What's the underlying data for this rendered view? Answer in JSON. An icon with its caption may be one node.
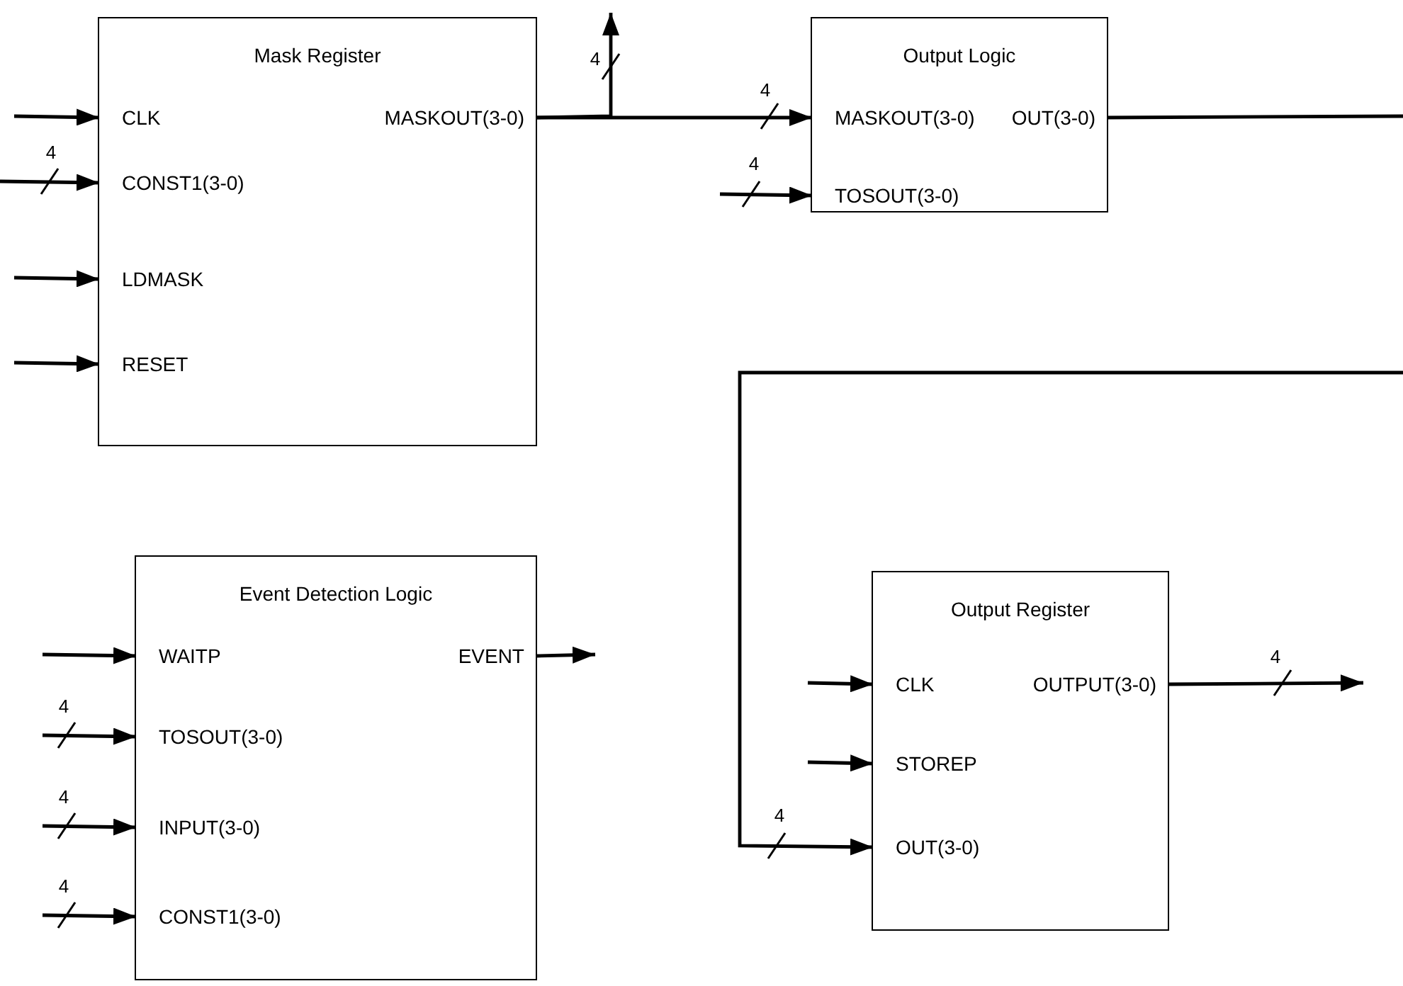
{
  "diagram": {
    "nodes": [
      {
        "text": [
          "Mask Register"
        ]
      },
      {
        "text": [
          "CLK"
        ],
        "in": 0
      },
      {
        "text": [
          "CONST1(3-0)"
        ],
        "in": 0
      },
      {
        "text": [
          "LDMASK"
        ],
        "in": 0
      },
      {
        "text": [
          "RESET"
        ],
        "in": 0
      },
      {
        "text": [
          "MASKOUT(3-0)"
        ],
        "in": 0
      },
      {
        "text": [
          "Output Logic"
        ]
      },
      {
        "text": [
          "MASKOUT(3-0)"
        ],
        "in": 6
      },
      {
        "text": [
          "TOSOUT(3-0)"
        ],
        "in": 6
      },
      {
        "text": [
          "OUT(3-0)"
        ],
        "in": 6
      },
      {
        "text": [
          "Event Detection Logic"
        ]
      },
      {
        "text": [
          "WAITP"
        ],
        "in": 10
      },
      {
        "text": [
          "TOSOUT(3-0)"
        ],
        "in": 10
      },
      {
        "text": [
          "INPUT(3-0)"
        ],
        "in": 10
      },
      {
        "text": [
          "CONST1(3-0)"
        ],
        "in": 10
      },
      {
        "text": [
          "EVENT"
        ],
        "in": 10
      },
      {
        "text": [
          "Output Register"
        ]
      },
      {
        "text": [
          "CLK"
        ],
        "in": 16
      },
      {
        "text": [
          "STOREP"
        ],
        "in": 16
      },
      {
        "text": [
          "OUT(3-0)"
        ],
        "in": 16
      },
      {
        "text": [
          "OUTPUT(3-0)"
        ],
        "in": 16
      }
    ],
    "edges": [
      {
        "from": null,
        "to": 1,
        "arrow": "to"
      },
      {
        "from": null,
        "to": 2,
        "arrow": "to",
        "label": "4"
      },
      {
        "from": null,
        "to": 3,
        "arrow": "to"
      },
      {
        "from": null,
        "to": 4,
        "arrow": "to"
      },
      {
        "from": 5,
        "to": 7,
        "arrow": "to",
        "label": "4"
      },
      {
        "from": 5,
        "to": null,
        "arrow": "to",
        "label": "4"
      },
      {
        "from": null,
        "to": 8,
        "arrow": "to",
        "label": "4"
      },
      {
        "from": 9,
        "to": null,
        "arrow": "none"
      },
      {
        "from": null,
        "to": 19,
        "arrow": "to",
        "label": "4"
      },
      {
        "from": null,
        "to": 11,
        "arrow": "to"
      },
      {
        "from": null,
        "to": 12,
        "arrow": "to",
        "label": "4"
      },
      {
        "from": null,
        "to": 13,
        "arrow": "to",
        "label": "4"
      },
      {
        "from": null,
        "to": 14,
        "arrow": "to",
        "label": "4"
      },
      {
        "from": 15,
        "to": null,
        "arrow": "to"
      },
      {
        "from": null,
        "to": 17,
        "arrow": "to"
      },
      {
        "from": null,
        "to": 18,
        "arrow": "to"
      },
      {
        "from": 20,
        "to": null,
        "arrow": "to",
        "label": "4"
      }
    ]
  }
}
